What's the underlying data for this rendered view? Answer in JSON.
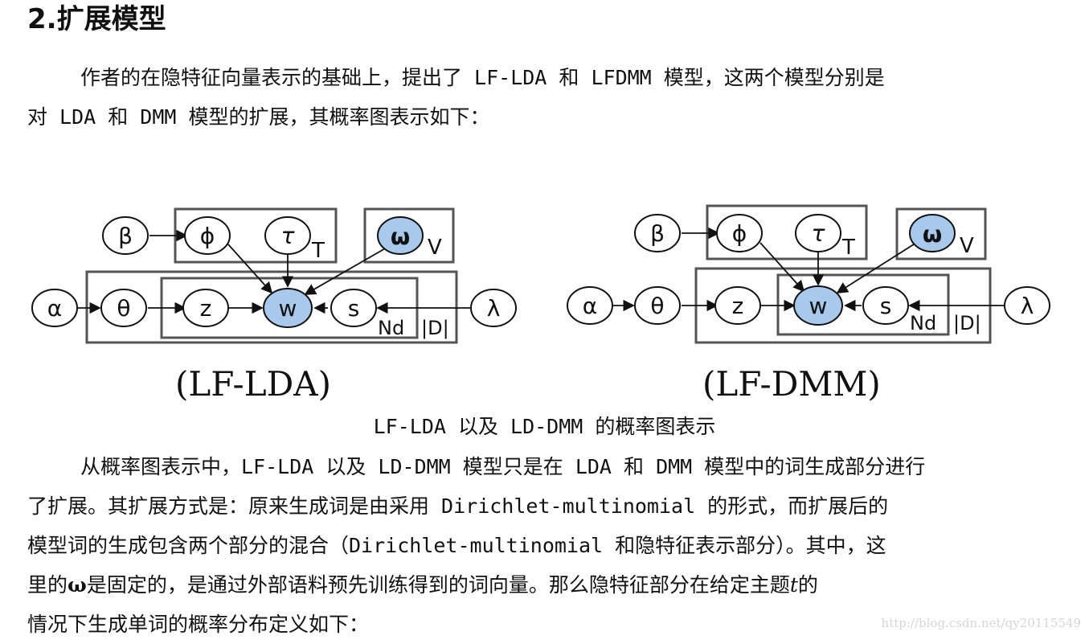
{
  "heading": "2.扩展模型",
  "para1": {
    "line1": "作者的在隐特征向量表示的基础上，提出了 LF-LDA 和 LFDMM 模型，这两个模型分别是",
    "line2": "对 LDA 和 DMM 模型的扩展，其概率图表示如下："
  },
  "figure": {
    "left": {
      "label": "(LF-LDA)",
      "nodes": {
        "beta": "β",
        "phi": "ϕ",
        "tau": "τ",
        "omega": "ω",
        "alpha": "α",
        "theta": "θ",
        "z": "z",
        "w": "w",
        "s": "s",
        "lambda": "λ"
      },
      "plates": {
        "topic": "T",
        "vocab": "V",
        "words": "Nd",
        "docs": "|D|"
      }
    },
    "right": {
      "label": "(LF-DMM)",
      "nodes": {
        "beta": "β",
        "phi": "ϕ",
        "tau": "τ",
        "omega": "ω",
        "alpha": "α",
        "theta": "θ",
        "z": "z",
        "w": "w",
        "s": "s",
        "lambda": "λ"
      },
      "plates": {
        "topic": "T",
        "vocab": "V",
        "words": "Nd",
        "docs": "|D|"
      }
    },
    "caption": "LF-LDA 以及 LD-DMM 的概率图表示"
  },
  "para2": {
    "line1": "从概率图表示中，LF-LDA 以及 LD-DMM 模型只是在 LDA 和 DMM 模型中的词生成部分进行",
    "line2": "了扩展。其扩展方式是：原来生成词是由采用 Dirichlet-multinomial 的形式，而扩展后的",
    "line3": "模型词的生成包含两个部分的混合（Dirichlet-multinomial 和隐特征表示部分）。其中，这",
    "line4_a": "里的",
    "line4_omega": "ω",
    "line4_b": "是固定的，是通过外部语料预先训练得到的词向量。那么隐特征部分在给定主题",
    "line4_t": "t",
    "line4_c": "的",
    "line5": "情况下生成单词的概率分布定义如下："
  },
  "watermark": "http://blog.csdn.net/qy20115549",
  "colors": {
    "observed_node": "#a8c8ec",
    "plate_border": "#555555",
    "text": "#111111"
  }
}
